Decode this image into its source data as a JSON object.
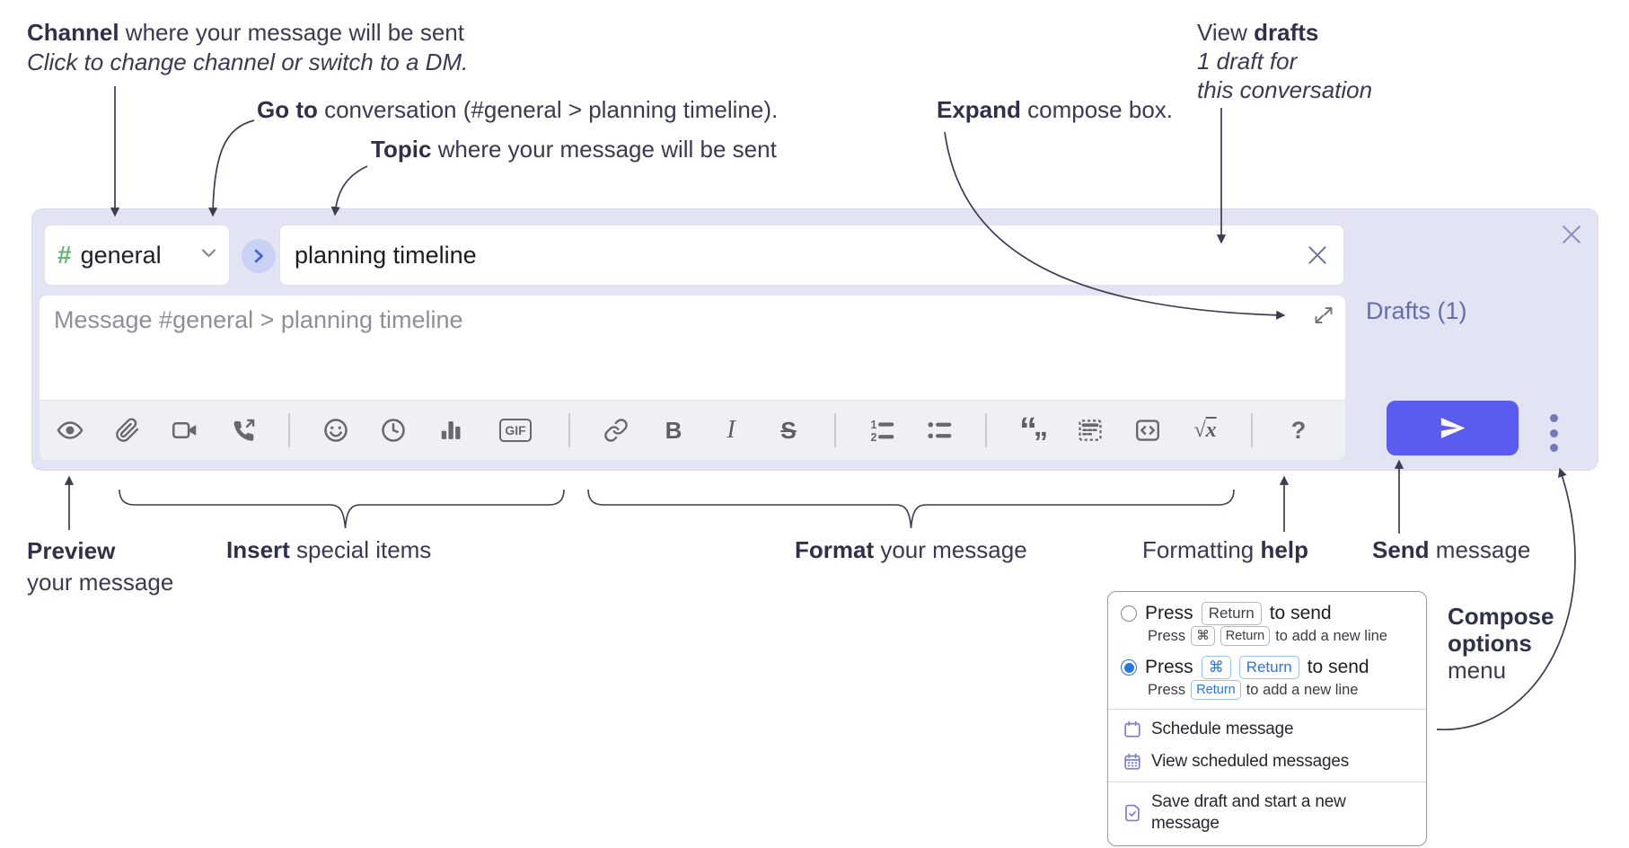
{
  "annotations": {
    "channel": {
      "lead": "Channel",
      "rest": " where your message will be sent",
      "sub": "Click to change channel or switch to a DM."
    },
    "goto": {
      "lead": "Go to",
      "rest": " conversation (#general > planning timeline)."
    },
    "topic": {
      "lead": "Topic",
      "rest": " where your message will be sent"
    },
    "expand": {
      "lead": "Expand",
      "rest": " compose box."
    },
    "view_drafts": {
      "pre": "View ",
      "lead": "drafts",
      "line2": "1 draft for",
      "line3": "this conversation"
    },
    "preview": {
      "lead": "Preview",
      "line2": "your message"
    },
    "insert": {
      "lead": "Insert",
      "rest": " special items"
    },
    "format": {
      "lead": "Format",
      "rest": " your message"
    },
    "formatting_help": {
      "pre": "Formatting ",
      "lead": "help"
    },
    "send": {
      "lead": "Send",
      "rest": " message"
    },
    "compose_options": {
      "line1": "Compose",
      "line2": "options",
      "line3": "menu"
    }
  },
  "compose": {
    "channel": {
      "hash": "#",
      "name": "general"
    },
    "topic_input": {
      "value": "planning timeline"
    },
    "message_input": {
      "placeholder": "Message #general > planning timeline"
    },
    "drafts_link": "Drafts (1)",
    "toolbar": {
      "gif": "GIF",
      "bold": "B",
      "italic": "I",
      "strike": "S",
      "quote_open": "“",
      "quote_close": "„",
      "sqrt": "√",
      "var": "x",
      "help": "?",
      "icon_names": [
        "preview-eye",
        "attach-paperclip",
        "video-call",
        "voice-call",
        "emoji",
        "time",
        "poll",
        "gif",
        "link",
        "bold",
        "italic",
        "strikethrough",
        "numbered-list",
        "bulleted-list",
        "quote",
        "spoiler",
        "code",
        "math",
        "help"
      ]
    }
  },
  "popup": {
    "options": [
      {
        "selected": false,
        "pre": "Press",
        "keys": [
          "Return"
        ],
        "post": "to send",
        "sub_pre": "Press",
        "sub_keys": [
          "⌘",
          "Return"
        ],
        "sub_post": "to add a new line"
      },
      {
        "selected": true,
        "pre": "Press",
        "keys": [
          "⌘",
          "Return"
        ],
        "post": "to send",
        "sub_pre": "Press",
        "sub_keys": [
          "Return"
        ],
        "sub_post": "to add a new line"
      }
    ],
    "menu": [
      {
        "icon": "calendar-icon",
        "label": "Schedule message"
      },
      {
        "icon": "calendar-grid-icon",
        "label": "View scheduled messages"
      },
      {
        "icon": "draft-save-icon",
        "label": "Save draft and start a new message"
      }
    ]
  },
  "colors": {
    "accent_send": "#5b5bef",
    "lavender_bg": "#e2e4f3",
    "drafts_link": "#676dad",
    "radio_selected": "#2677e0",
    "menu_icon": "#7d7fd8",
    "channel_hash": "#65b577",
    "annotation": "#3a3a52"
  }
}
